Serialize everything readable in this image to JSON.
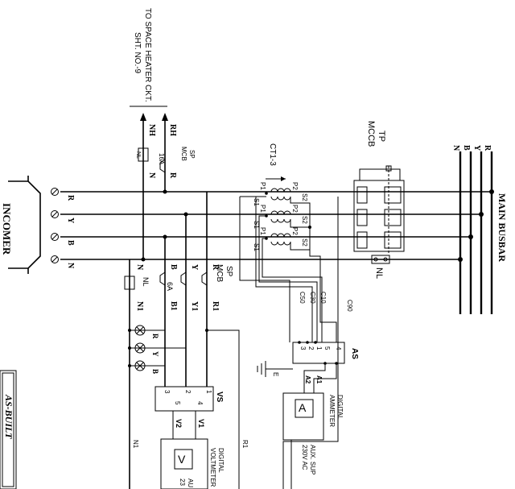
{
  "title_heater_line1": "TO SPACE HEATER CKT.",
  "title_heater_line2": "SHT. NO.-9",
  "incomer_label": "INCOMER",
  "main_busbar_label": "MAIN  BUSBAR",
  "as_built_label": "AS-BUILT",
  "mccb": {
    "line1": "TP",
    "line2": "MCCB"
  },
  "busbar_phases": [
    "R",
    "Y",
    "B",
    "N"
  ],
  "incomer_phases": [
    "R",
    "Y",
    "B",
    "N"
  ],
  "nl_label": "NL",
  "ct_label": "CT1-3",
  "ct_terms": {
    "p2": "P2",
    "p1": "P1",
    "s1": "S1",
    "s2": "S2"
  },
  "heater": {
    "nh": "NH",
    "rh": "RH",
    "n": "N",
    "r": "R",
    "sp": "SP",
    "mcb": "MCB",
    "rating": "16A",
    "nl": "NL"
  },
  "sp_mcb": {
    "sp": "SP",
    "mcb": "MCB",
    "rating": "6A",
    "phases": [
      "R",
      "Y",
      "B",
      "N"
    ],
    "outs": [
      "R1",
      "Y1",
      "B1",
      "N1"
    ],
    "nl": "NL"
  },
  "lamps": [
    "R",
    "Y",
    "B"
  ],
  "vs": {
    "label": "VS",
    "terms_top": [
      "1",
      "2",
      "3"
    ],
    "terms_bot": [
      "4",
      "5"
    ],
    "v1": "V1",
    "v2": "V2"
  },
  "voltmeter": {
    "symbol": "V",
    "line1": "DIGITAL",
    "line2": "VOLTMETER",
    "aux": "AU",
    "aux2": "23"
  },
  "as_switch": {
    "label": "AS",
    "terms_top": [
      "1",
      "2",
      "3"
    ],
    "terms_bot": [
      "4",
      "5"
    ],
    "a1": "A1",
    "a2": "A2"
  },
  "ammeter": {
    "symbol": "A",
    "line1": "DIGITAL",
    "line2": "AMMETER",
    "aux1": "AUX. SUP",
    "aux2": "230V AC"
  },
  "ct_wires": [
    "C10",
    "C30",
    "C50",
    "C90"
  ],
  "side_labels": {
    "r1": "R1",
    "n1": "N1",
    "e": "E"
  }
}
